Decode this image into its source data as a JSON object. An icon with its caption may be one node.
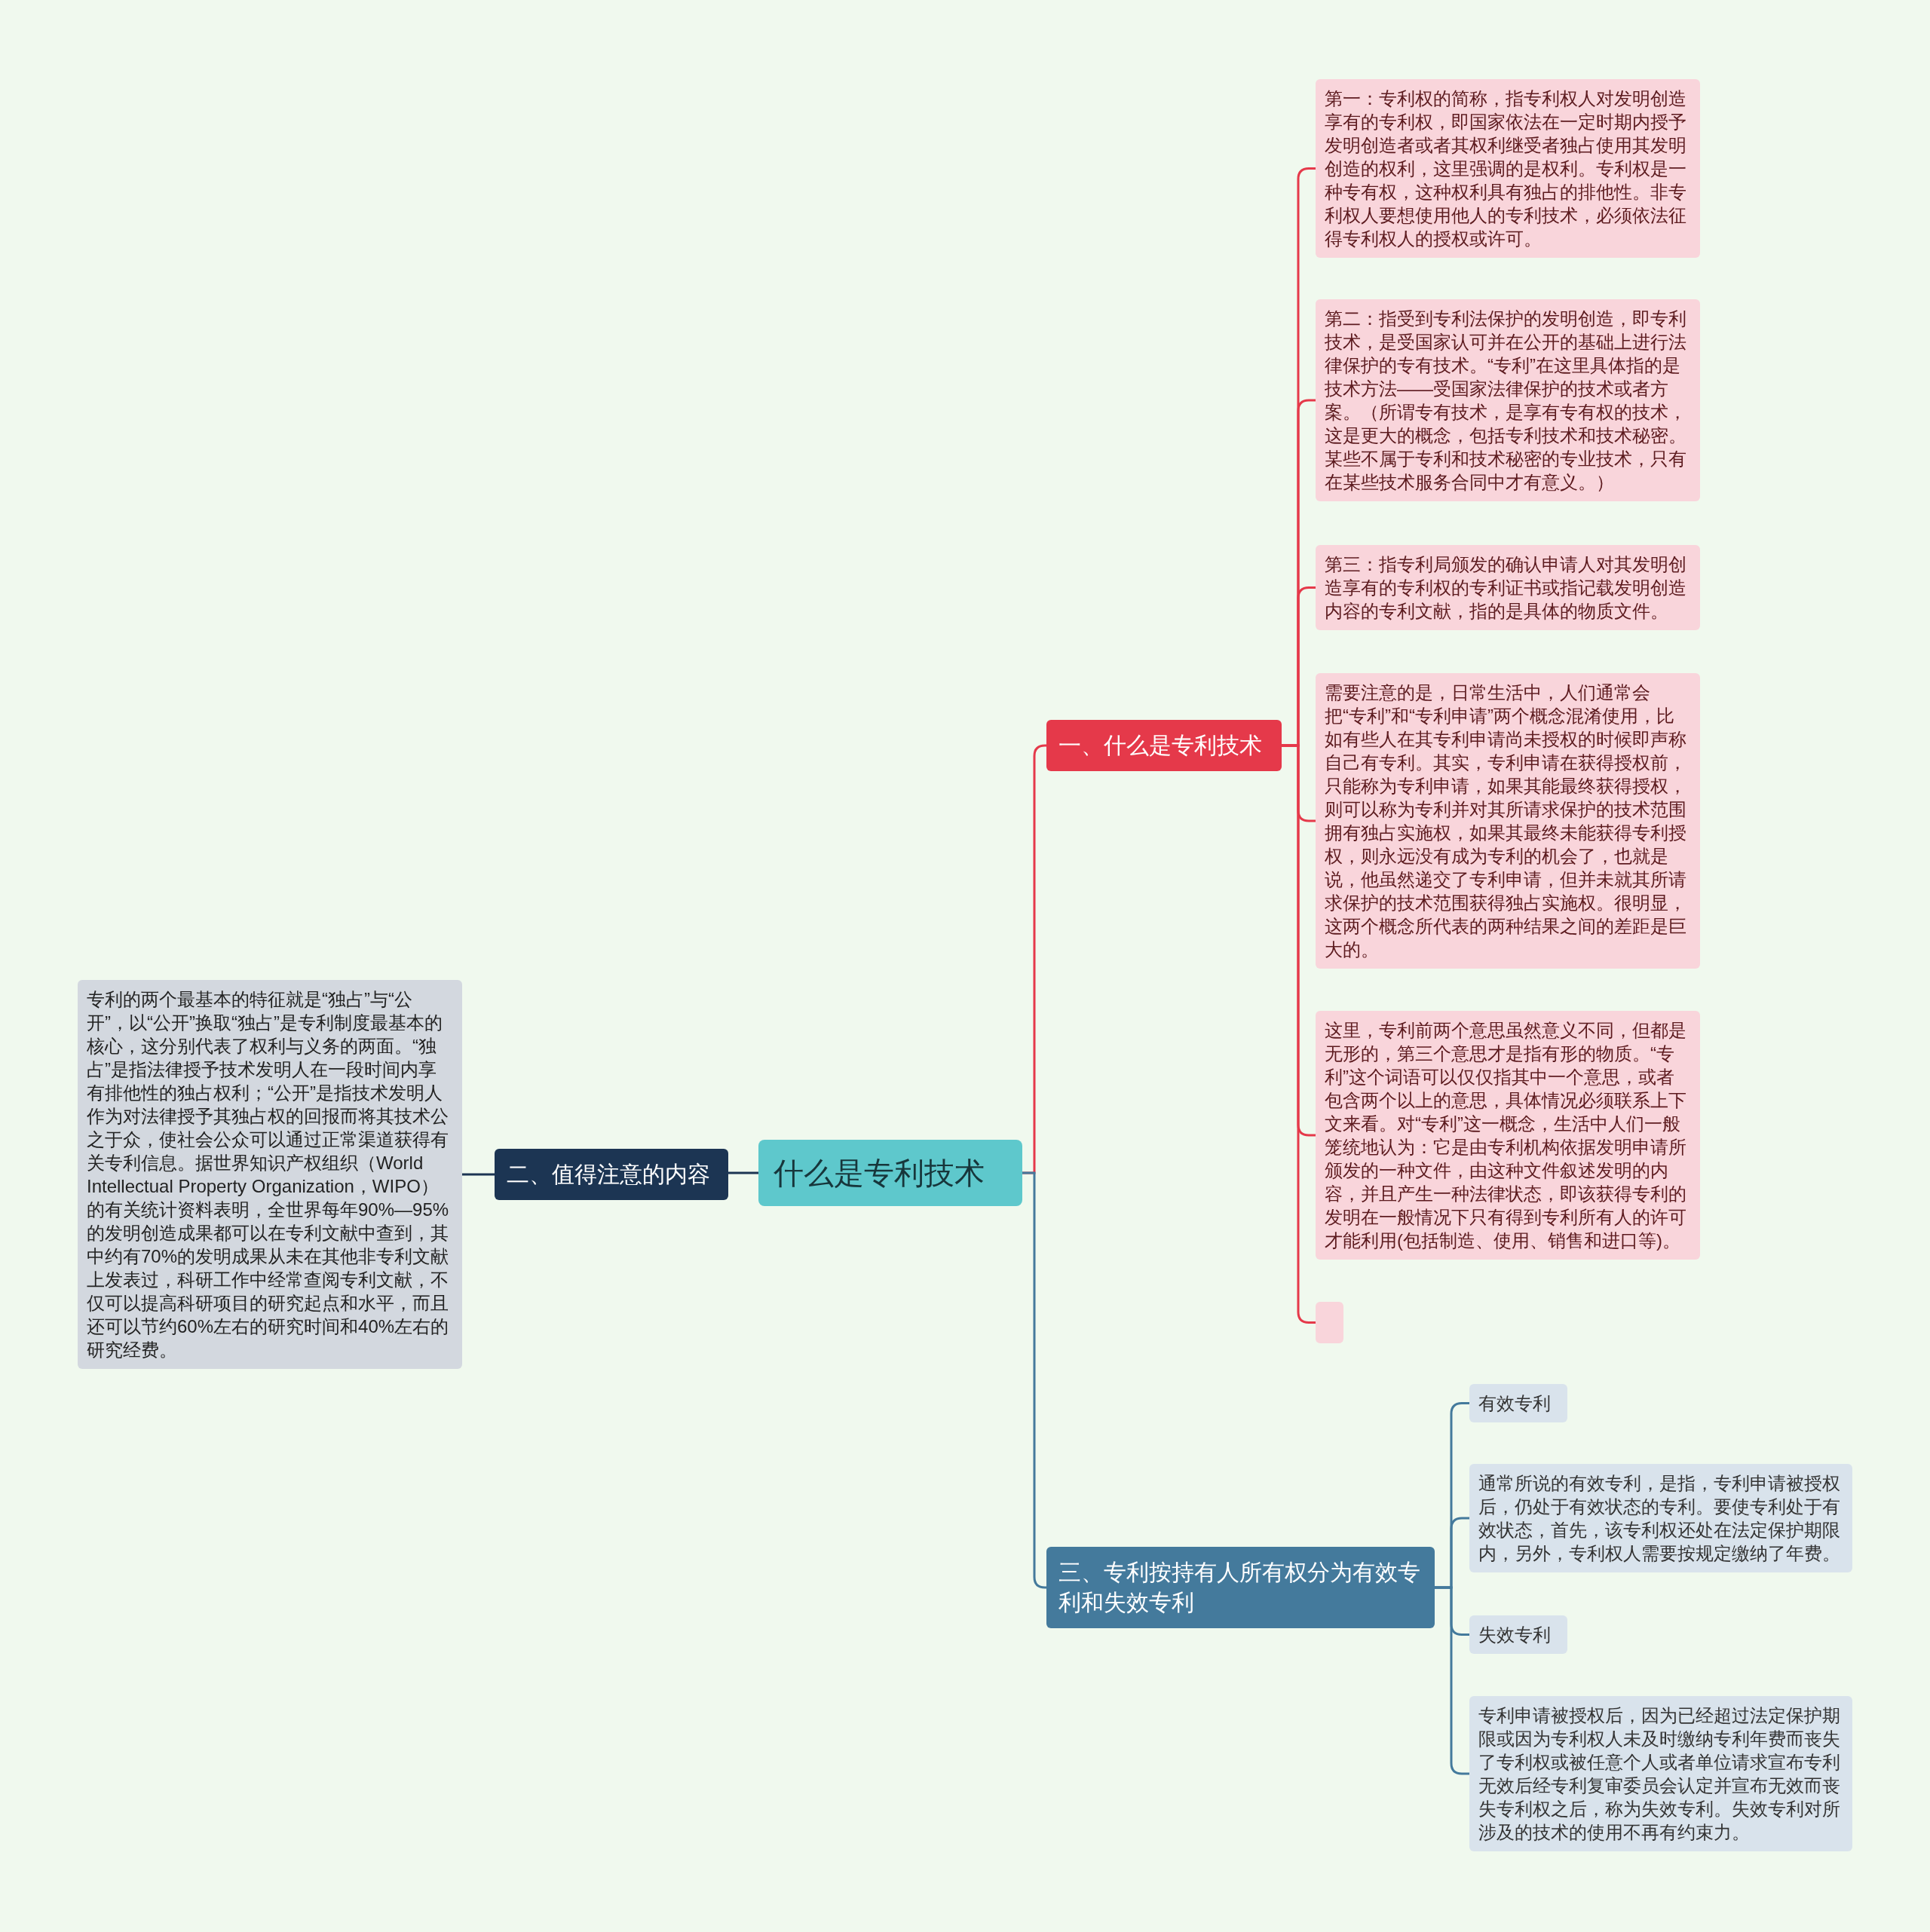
{
  "diagram": {
    "nodes": [
      {
        "text": [
          "什么是专利技术"
        ]
      },
      {
        "text": [
          "一、什么是专利技术"
        ]
      },
      {
        "text": [
          "第一：专利权的简称，指专利权人对发明创造享有的专利权，即国家依法在一定时期内授予发明创造者或者其权利继受者独占使用其发明创造的权利，这里强调的是权利。专利权是一种专有权，这种权利具有独占的排他性。非专利权人要想使用他人的专利技术，必须依法征得专利权人的授权或许可。"
        ]
      },
      {
        "text": [
          "第二：指受到专利法保护的发明创造，即专利技术，是受国家认可并在公开的基础上进行法律保护的专有技术。“专利”在这里具体指的是技术方法——受国家法律保护的技术或者方案。（所谓专有技术，是享有专有权的技术，这是更大的概念，包括专利技术和技术秘密。某些不属于专利和技术秘密的专业技术，只有在某些技术服务合同中才有意义。）"
        ]
      },
      {
        "text": [
          "第三：指专利局颁发的确认申请人对其发明创造享有的专利权的专利证书或指记载发明创造内容的专利文献，指的是具体的物质文件。"
        ]
      },
      {
        "text": [
          "需要注意的是，日常生活中，人们通常会把“专利”和“专利申请”两个概念混淆使用，比如有些人在其专利申请尚未授权的时候即声称自己有专利。其实，专利申请在获得授权前，只能称为专利申请，如果其能最终获得授权，则可以称为专利并对其所请求保护的技术范围拥有独占实施权，如果其最终未能获得专利授权，则永远没有成为专利的机会了，也就是说，他虽然递交了专利申请，但并未就其所请求保护的技术范围获得独占实施权。很明显，这两个概念所代表的两种结果之间的差距是巨大的。"
        ]
      },
      {
        "text": [
          "这里，专利前两个意思虽然意义不同，但都是无形的，第三个意思才是指有形的物质。“专利”这个词语可以仅仅指其中一个意思，或者包含两个以上的意思，具体情况必须联系上下文来看。对“专利”这一概念，生活中人们一般笼统地认为：它是由专利机构依据发明申请所颁发的一种文件，由这种文件叙述发明的内容，并且产生一种法律状态，即该获得专利的发明在一般情况下只有得到专利所有人的许可才能利用(包括制造、使用、销售和进口等)。"
        ]
      },
      {
        "text": [],
        "shape": "box"
      },
      {
        "text": [
          "二、值得注意的内容"
        ]
      },
      {
        "text": [
          "专利的两个最基本的特征就是“独占”与“公开”，以“公开”换取“独占”是专利制度最基本的核心，这分别代表了权利与义务的两面。“独占”是指法律授予技术发明人在一段时间内享有排他性的独占权利；“公开”是指技术发明人作为对法律授予其独占权的回报而将其技术公之于众，使社会公众可以通过正常渠道获得有关专利信息。据世界知识产权组织（World Intellectual Property Organization，WIPO）的有关统计资料表明，全世界每年90%—95%的发明创造成果都可以在专利文献中查到，其中约有70%的发明成果从未在其他非专利文献上发表过，科研工作中经常查阅专利文献，不仅可以提高科研项目的研究起点和水平，而且还可以节约60%左右的研究时间和40%左右的研究经费。"
        ]
      },
      {
        "text": [
          "三、专利按持有人所有权分为有效专利和失效专利"
        ]
      },
      {
        "text": [
          "有效专利"
        ]
      },
      {
        "text": [
          "通常所说的有效专利，是指，专利申请被授权后，仍处于有效状态的专利。要使专利处于有效状态，首先，该专利权还处在法定保护期限内，另外，专利权人需要按规定缴纳了年费。"
        ]
      },
      {
        "text": [
          "失效专利"
        ]
      },
      {
        "text": [
          "专利申请被授权后，因为已经超过法定保护期限或因为专利权人未及时缴纳专利年费而丧失了专利权或被任意个人或者单位请求宣布专利无效后经专利复审委员会认定并宣布无效而丧失专利权之后，称为失效专利。失效专利对所涉及的技术的使用不再有约束力。"
        ]
      }
    ],
    "edges": [
      {
        "from": 0,
        "to": 1,
        "arrow": "none"
      },
      {
        "from": 1,
        "to": 2,
        "arrow": "none"
      },
      {
        "from": 1,
        "to": 3,
        "arrow": "none"
      },
      {
        "from": 1,
        "to": 4,
        "arrow": "none"
      },
      {
        "from": 1,
        "to": 5,
        "arrow": "none"
      },
      {
        "from": 1,
        "to": 6,
        "arrow": "none"
      },
      {
        "from": 1,
        "to": 7,
        "arrow": "none"
      },
      {
        "from": 0,
        "to": 8,
        "arrow": "none",
        "color": "#1c3553"
      },
      {
        "from": 8,
        "to": 9,
        "arrow": "none",
        "color": "#1c3553"
      },
      {
        "from": 0,
        "to": 10,
        "arrow": "none",
        "color": "#447a9c"
      },
      {
        "from": 10,
        "to": 11,
        "arrow": "none",
        "color": "#447a9c"
      },
      {
        "from": 10,
        "to": 12,
        "arrow": "none",
        "color": "#447a9c"
      },
      {
        "from": 10,
        "to": 13,
        "arrow": "none",
        "color": "#447a9c"
      },
      {
        "from": 10,
        "to": 14,
        "arrow": "none",
        "color": "#447a9c"
      }
    ]
  }
}
